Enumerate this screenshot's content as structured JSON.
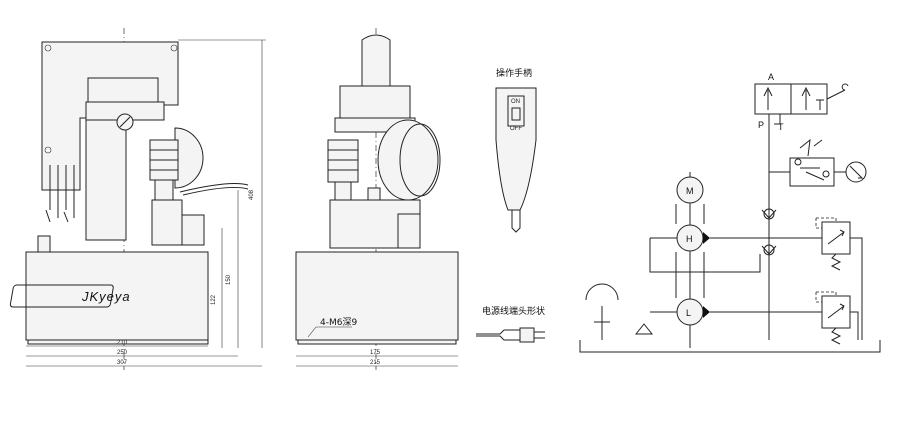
{
  "left_view": {
    "brand": "JKyeya",
    "dims": {
      "height": "408",
      "h150": "150",
      "h122": "122",
      "w210": "210",
      "w250": "250",
      "w307": "307"
    }
  },
  "middle_view": {
    "mount_holes": "4-M6深9",
    "dims": {
      "w175": "175",
      "w215": "215"
    }
  },
  "handle": {
    "title": "操作手柄",
    "on": "ON",
    "off": "OFF"
  },
  "plug": {
    "title": "电源线端头形状"
  },
  "schematic": {
    "port_a": "A",
    "port_p": "P",
    "port_t": "T",
    "motor": "M",
    "pump_h": "H",
    "pump_l": "L"
  }
}
